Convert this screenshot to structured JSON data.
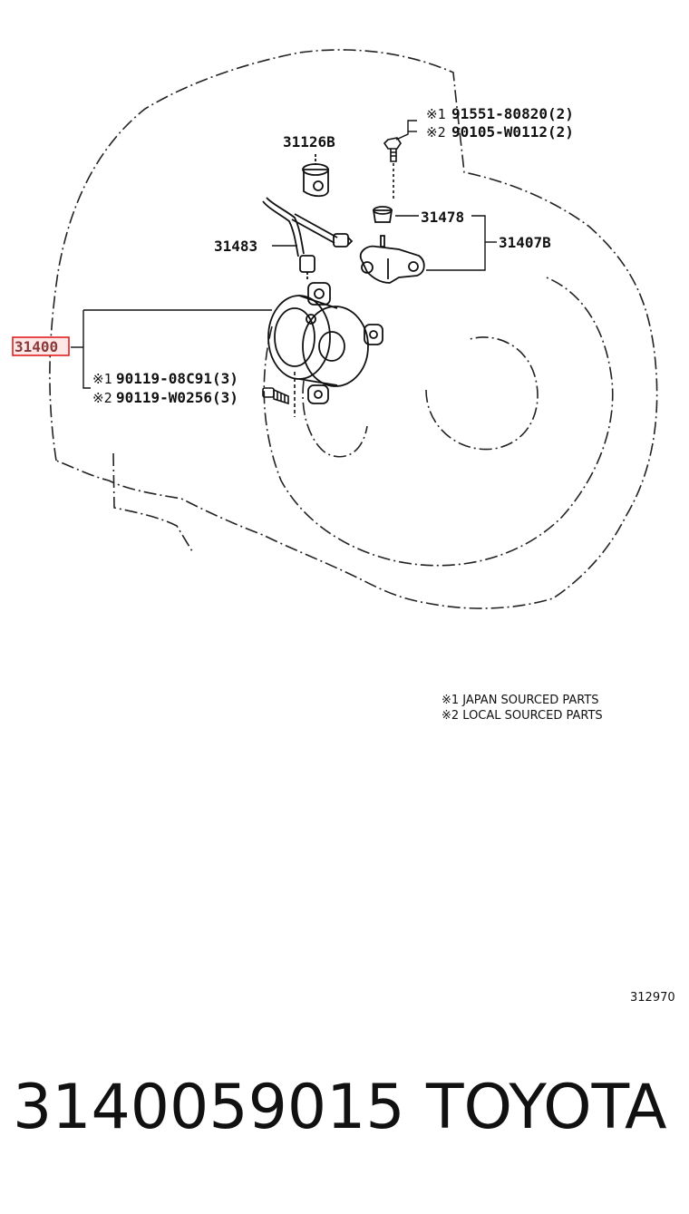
{
  "diagram": {
    "labels": {
      "highlighted_part": "31400",
      "p31126b": "31126B",
      "p31483": "31483",
      "p31478": "31478",
      "p31407b": "31407B"
    },
    "bolts_top": [
      {
        "mark": "※1",
        "text": "91551-80820(2)"
      },
      {
        "mark": "※2",
        "text": "90105-W0112(2)"
      }
    ],
    "bolts_left": [
      {
        "mark": "※1",
        "text": "90119-08C91(3)"
      },
      {
        "mark": "※2",
        "text": "90119-W0256(3)"
      }
    ],
    "legend": [
      "※1 JAPAN SOURCED PARTS",
      "※2 LOCAL SOURCED PARTS"
    ],
    "figure_id": "312970"
  },
  "footer": {
    "part_number": "3140059015",
    "brand": "TOYOTA"
  },
  "colors": {
    "highlight": "#e02020",
    "ink": "#111111"
  }
}
